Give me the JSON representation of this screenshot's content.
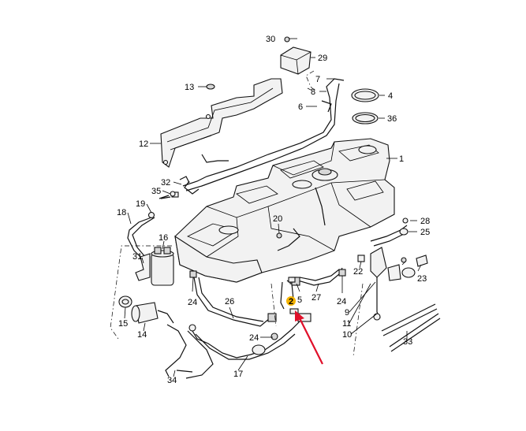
{
  "callouts": {
    "p1": "1",
    "p2": "2",
    "p4": "4",
    "p5": "5",
    "p6": "6",
    "p7": "7",
    "p8": "8",
    "p9": "9",
    "p10": "10",
    "p11": "11",
    "p12": "12",
    "p13": "13",
    "p14": "14",
    "p15": "15",
    "p16": "16",
    "p17": "17",
    "p18": "18",
    "p19": "19",
    "p20": "20",
    "p22": "22",
    "p23": "23",
    "p24a": "24",
    "p24b": "24",
    "p24c": "24",
    "p25": "25",
    "p26": "26",
    "p27": "27",
    "p28": "28",
    "p29": "29",
    "p30": "30",
    "p31": "31",
    "p32": "32",
    "p33": "33",
    "p34": "34",
    "p35": "35",
    "p36": "36"
  },
  "highlight": {
    "part": "2",
    "marker_color": "#f5b400",
    "arrow_color": "#e0102a"
  }
}
